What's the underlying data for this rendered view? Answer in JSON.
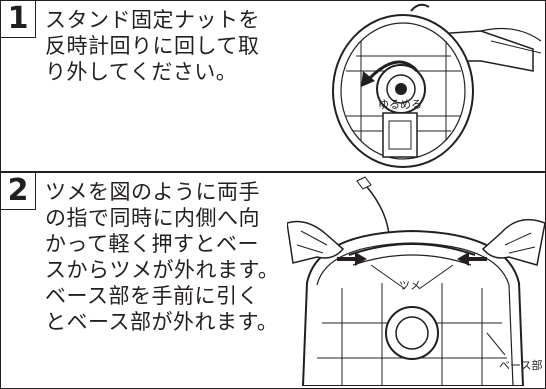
{
  "steps": [
    {
      "number": "1",
      "lines": [
        "スタンド固定ナットを",
        "反時計回りに回して取",
        "り外してください。"
      ],
      "label": "ゆるめる"
    },
    {
      "number": "2",
      "lines": [
        "ツメを図のように両手",
        "の指で同時に内側へ向",
        "かって軽く押すとベー",
        "スからツメが外れます。",
        "ベース部を手前に引く",
        "とベース部が外れます。"
      ],
      "labels": {
        "claw": "ツメ",
        "base": "ベース部"
      }
    }
  ]
}
